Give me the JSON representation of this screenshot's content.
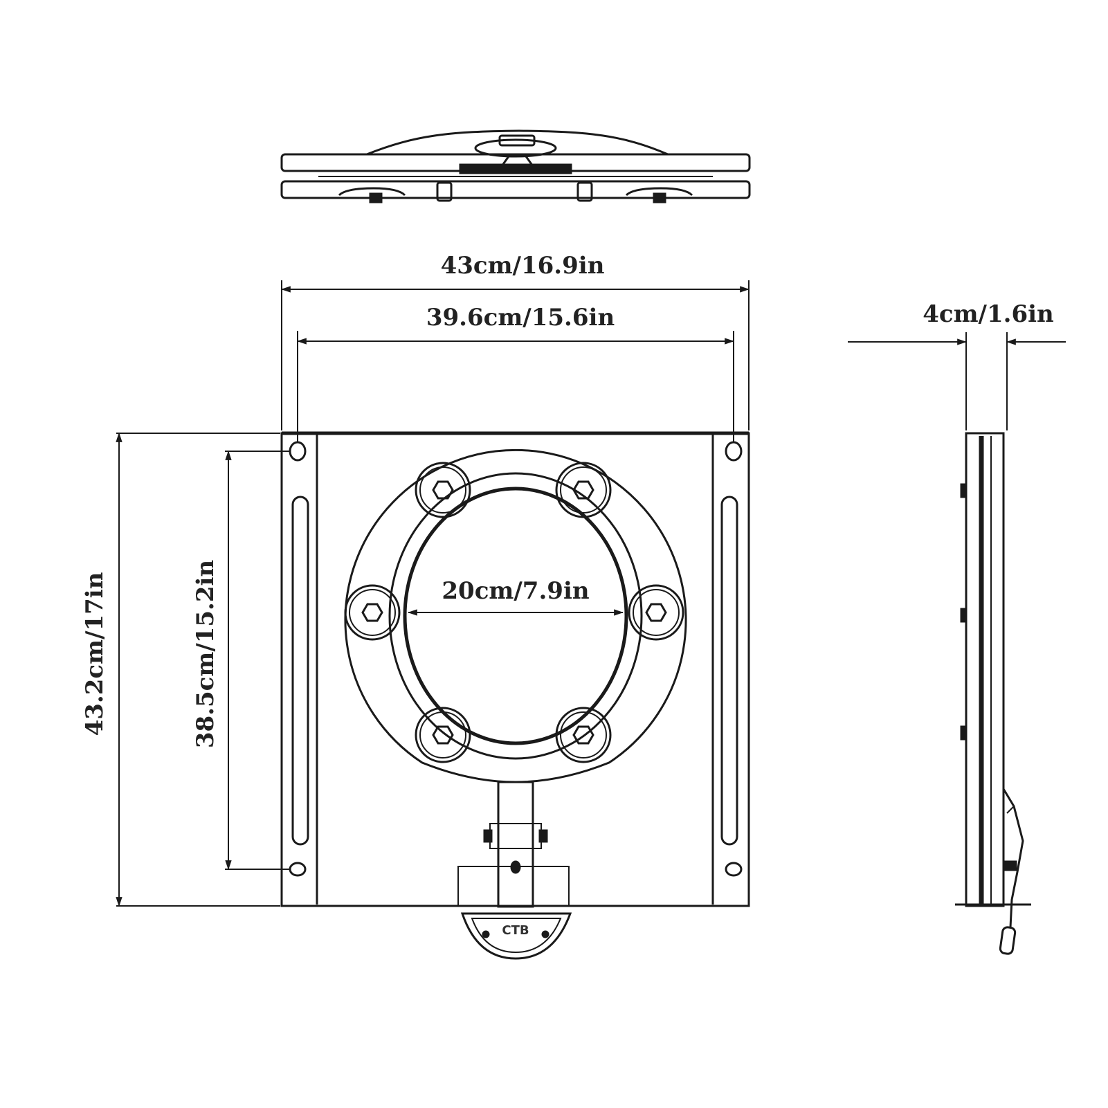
{
  "dimensions": {
    "overall_width": "43cm/16.9in",
    "hole_spacing_width": "39.6cm/15.6in",
    "thickness": "4cm/1.6in",
    "overall_height": "43.2cm/17in",
    "hole_spacing_height": "38.5cm/15.2in",
    "ring_diameter": "20cm/7.9in"
  },
  "logo": "CTB",
  "colors": {
    "line": "#1a1a1a",
    "background": "#ffffff"
  }
}
